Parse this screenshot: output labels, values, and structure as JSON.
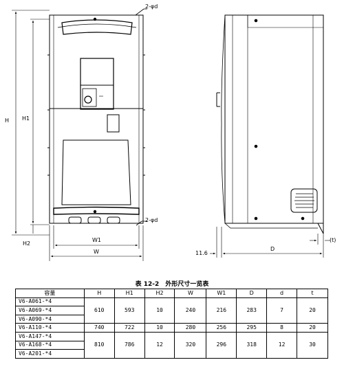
{
  "drawing": {
    "labels": {
      "hole_top": "2-φd",
      "hole_bottom": "2-φd",
      "H": "H",
      "H1": "H1",
      "H2": "H2",
      "W1": "W1",
      "W": "W",
      "offset": "11.6",
      "D": "D",
      "t": "(t)"
    }
  },
  "table": {
    "number": "表 12-2",
    "title": "外形尺寸一览表",
    "headers": [
      "容量",
      "H",
      "H1",
      "H2",
      "W",
      "W1",
      "D",
      "d",
      "t"
    ],
    "groups": [
      {
        "models": [
          "V6-A061-*4",
          "V6-A069-*4",
          "V6-A090-*4"
        ],
        "H": "610",
        "H1": "593",
        "H2": "10",
        "W": "240",
        "W1": "216",
        "D": "283",
        "d": "7",
        "t": "20"
      },
      {
        "models": [
          "V6-A110-*4"
        ],
        "H": "740",
        "H1": "722",
        "H2": "10",
        "W": "280",
        "W1": "256",
        "D": "295",
        "d": "8",
        "t": "20"
      },
      {
        "models": [
          "V6-A147-*4",
          "V6-A168-*4",
          "V6-A201-*4"
        ],
        "H": "810",
        "H1": "786",
        "H2": "12",
        "W": "320",
        "W1": "296",
        "D": "318",
        "d": "12",
        "t": "30"
      }
    ]
  }
}
